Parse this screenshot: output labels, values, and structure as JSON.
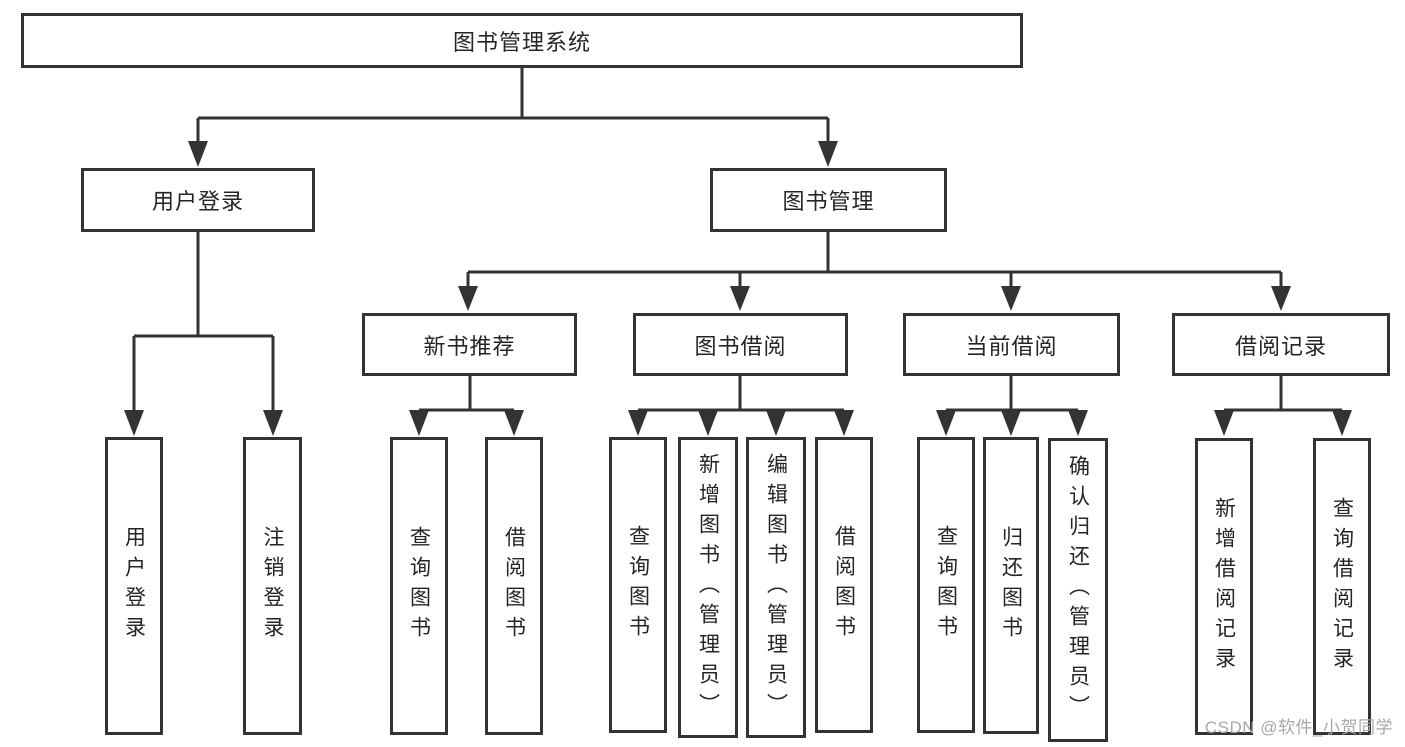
{
  "diagram": {
    "tree": {
      "label": "图书管理系统",
      "children": [
        {
          "label": "用户登录",
          "children": [
            {
              "label": "用户登录"
            },
            {
              "label": "注销登录"
            }
          ]
        },
        {
          "label": "图书管理",
          "children": [
            {
              "label": "新书推荐",
              "children": [
                {
                  "label": "查询图书"
                },
                {
                  "label": "借阅图书"
                }
              ]
            },
            {
              "label": "图书借阅",
              "children": [
                {
                  "label": "查询图书"
                },
                {
                  "label": "新增图书（管理员）"
                },
                {
                  "label": "编辑图书（管理员）"
                },
                {
                  "label": "借阅图书"
                }
              ]
            },
            {
              "label": "当前借阅",
              "children": [
                {
                  "label": "查询图书"
                },
                {
                  "label": "归还图书"
                },
                {
                  "label": "确认归还（管理员）"
                }
              ]
            },
            {
              "label": "借阅记录",
              "children": [
                {
                  "label": "新增借阅记录"
                },
                {
                  "label": "查询借阅记录"
                }
              ]
            }
          ]
        }
      ]
    }
  },
  "watermark": {
    "text": "CSDN @软件_小贺同学"
  },
  "colors": {
    "line": "#333333",
    "box_border": "#333333",
    "background": "#ffffff",
    "watermark_text": "#a8a8a8"
  }
}
